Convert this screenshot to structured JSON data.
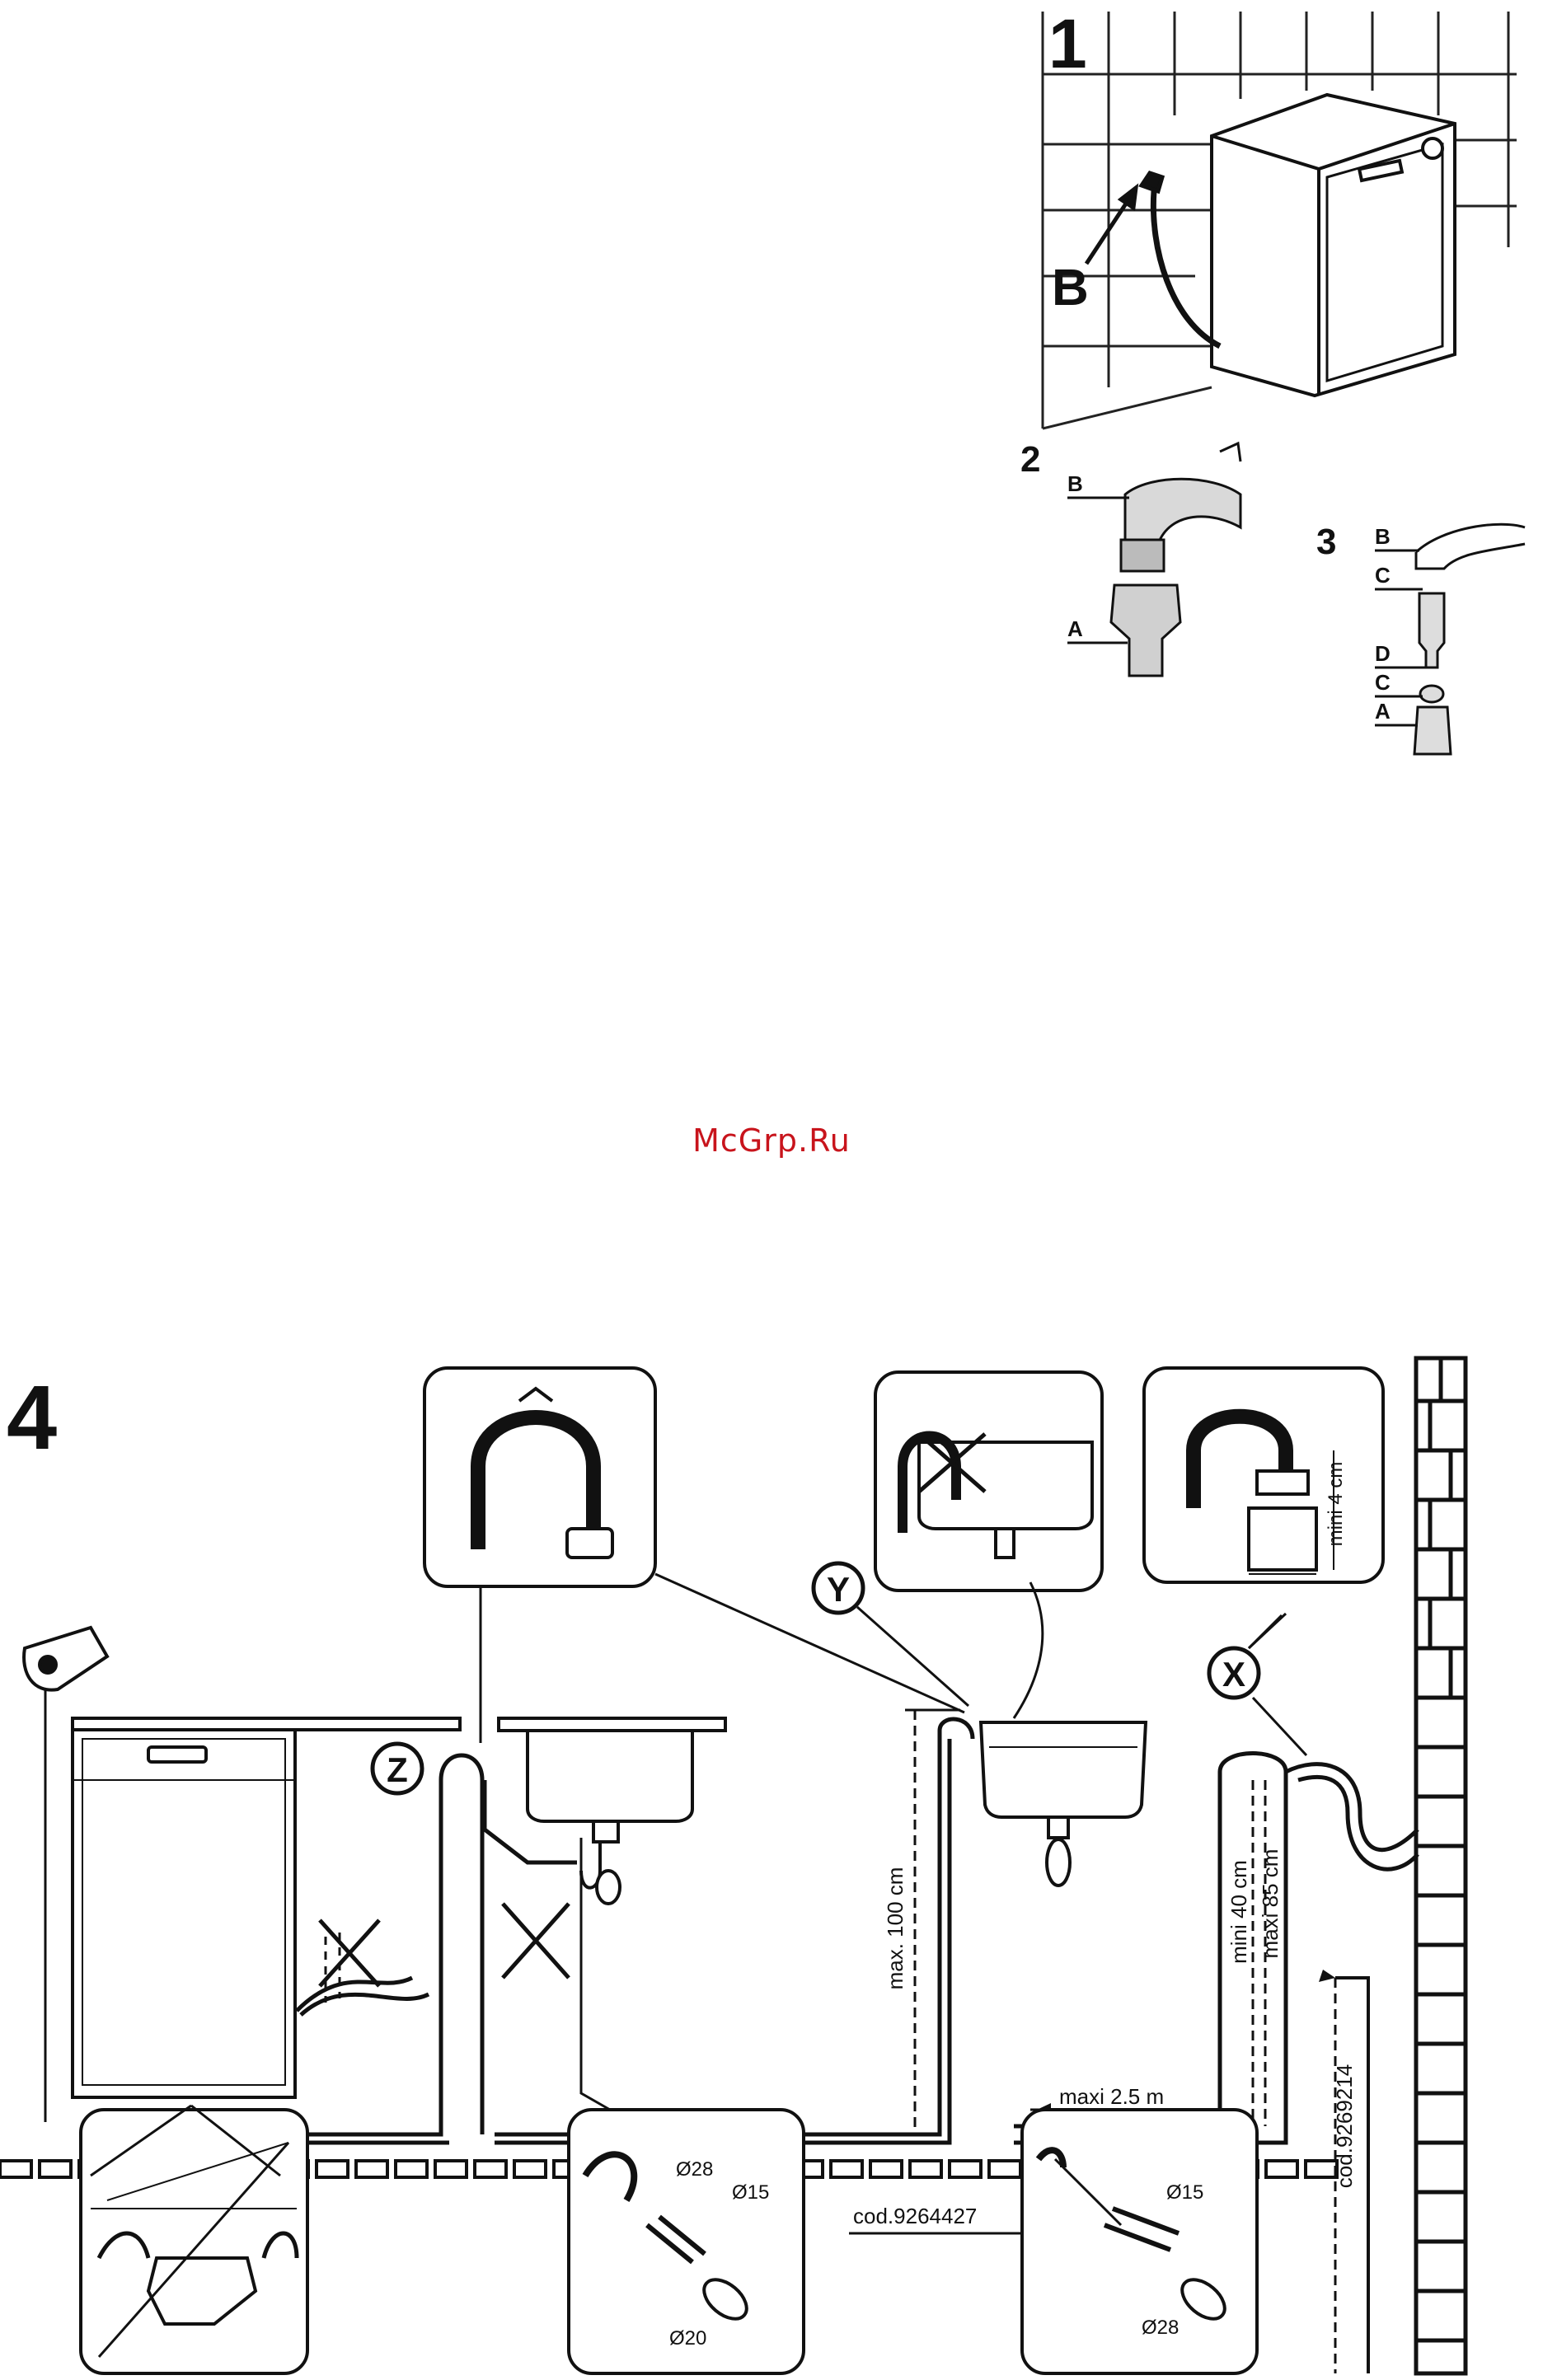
{
  "figure1": {
    "number": "1",
    "label_b": "B"
  },
  "figure2": {
    "number": "2",
    "label_b": "B",
    "label_a": "A"
  },
  "figure3": {
    "number": "3",
    "label_b": "B",
    "label_c1": "C",
    "label_d": "D",
    "label_c2": "C",
    "label_a": "A"
  },
  "watermark": "McGrp.Ru",
  "figure4": {
    "number": "4",
    "marker_z": "Z",
    "marker_y": "Y",
    "marker_x": "X",
    "dim_max_100": "max. 100 cm",
    "dim_mini_40": "mini 40 cm",
    "dim_maxi_85": "maxi 85 cm",
    "dim_maxi_2_5": "maxi 2.5 m",
    "dim_mini_4": "mini 4 cm",
    "code_1": "cod.9269214",
    "code_2": "cod.9264427",
    "d28_a": "Ø28",
    "d15_a": "Ø15",
    "d20": "Ø20",
    "d15_b": "Ø15",
    "d28_b": "Ø28"
  }
}
